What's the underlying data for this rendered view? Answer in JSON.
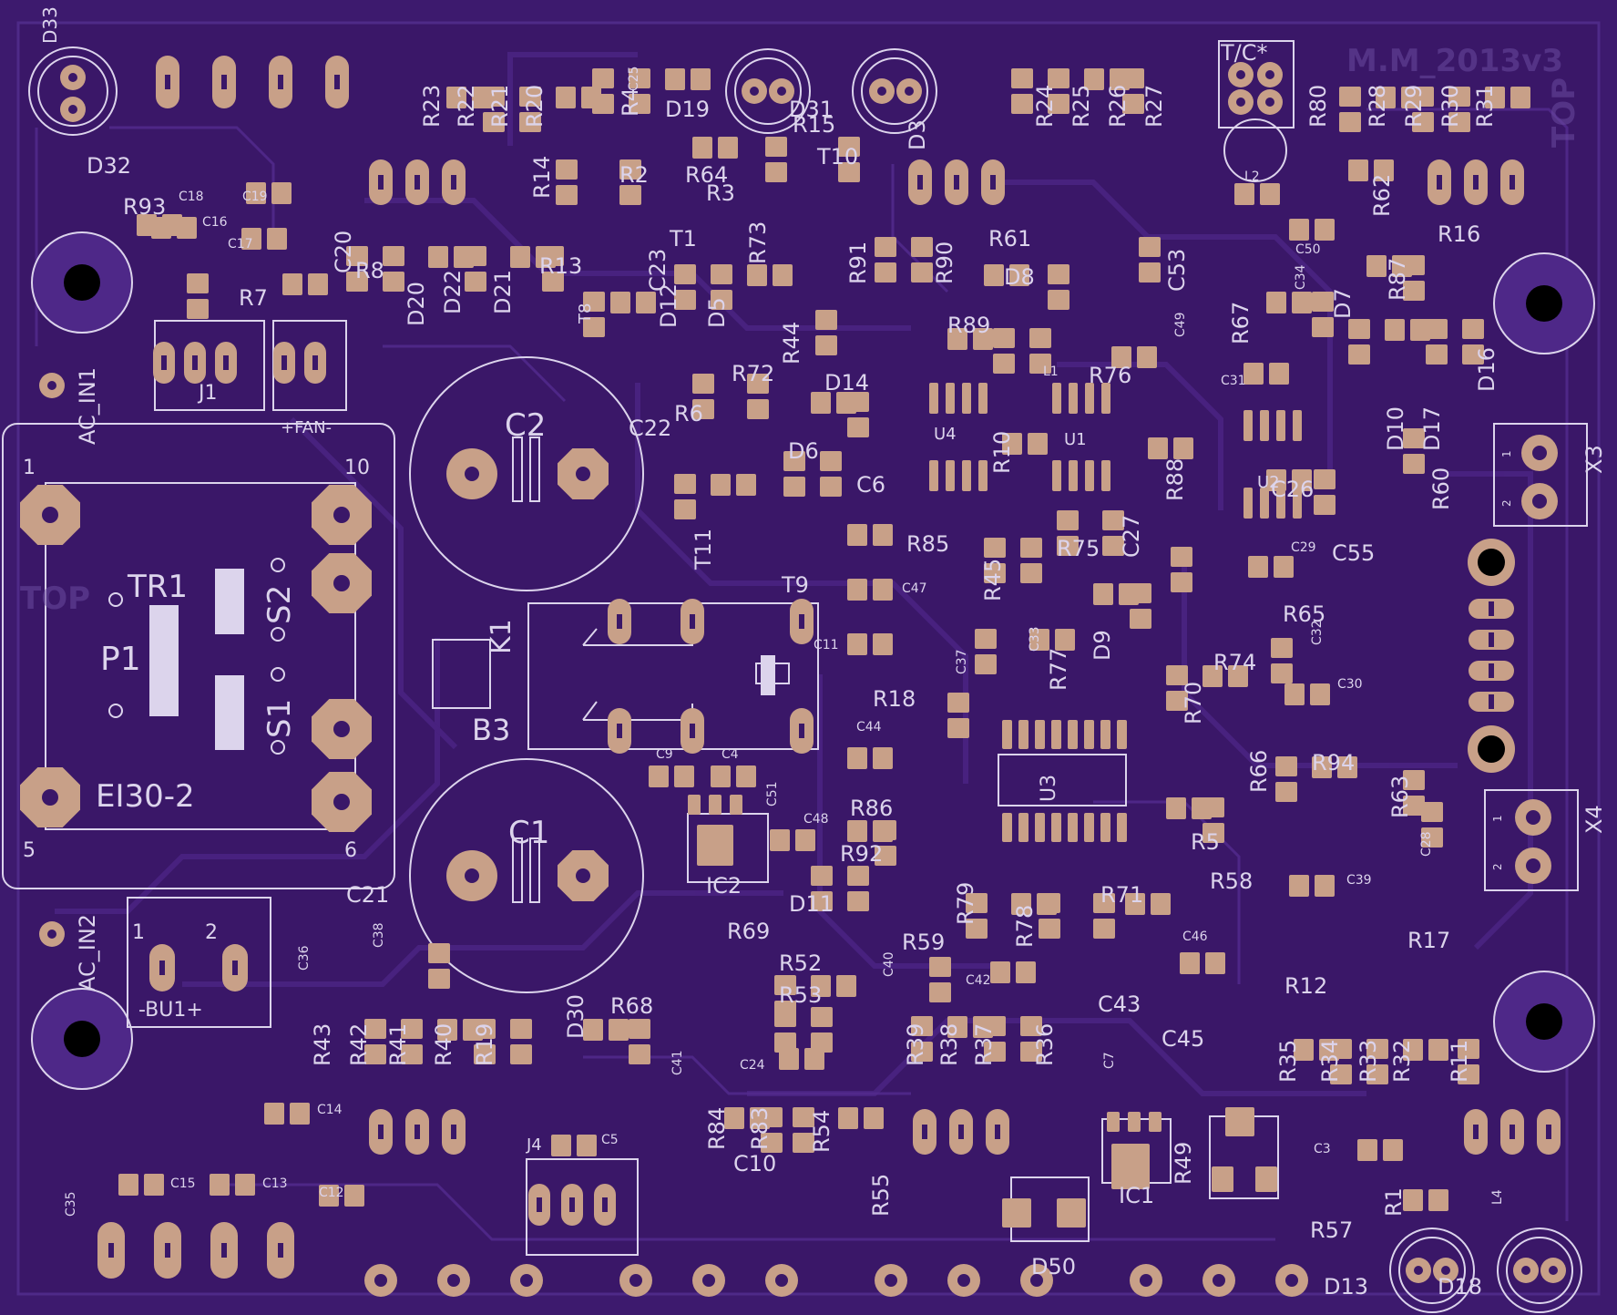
{
  "colors": {
    "background": "#3d1a6e",
    "board": "#3a1768",
    "copper": "#46207c",
    "copper_edge": "#542c8e",
    "pad": "#c8a088",
    "silk": "#dcd4ec",
    "hole": "#000000"
  },
  "board": {
    "title": "M.M_2013v3",
    "layer_label": "TOP",
    "layer_label_left": "TOP"
  },
  "labels": [
    {
      "id": "D33",
      "t": "D33"
    },
    {
      "id": "C25",
      "t": "C25"
    },
    {
      "id": "R23",
      "t": "R23"
    },
    {
      "id": "R22",
      "t": "R22"
    },
    {
      "id": "R21",
      "t": "R21"
    },
    {
      "id": "R20",
      "t": "R20"
    },
    {
      "id": "R4",
      "t": "R4"
    },
    {
      "id": "D19",
      "t": "D19"
    },
    {
      "id": "D31",
      "t": "D31"
    },
    {
      "id": "R15",
      "t": "R15"
    },
    {
      "id": "D3",
      "t": "D3"
    },
    {
      "id": "R24",
      "t": "R24"
    },
    {
      "id": "R25",
      "t": "R25"
    },
    {
      "id": "R26",
      "t": "R26"
    },
    {
      "id": "R27",
      "t": "R27"
    },
    {
      "id": "TC",
      "t": "T/C*"
    },
    {
      "id": "R80",
      "t": "R80"
    },
    {
      "id": "R28",
      "t": "R28"
    },
    {
      "id": "R29",
      "t": "R29"
    },
    {
      "id": "R30",
      "t": "R30"
    },
    {
      "id": "R31",
      "t": "R31"
    },
    {
      "id": "D32",
      "t": "D32"
    },
    {
      "id": "R93",
      "t": "R93"
    },
    {
      "id": "C18",
      "t": "C18"
    },
    {
      "id": "C19",
      "t": "C19"
    },
    {
      "id": "C16",
      "t": "C16"
    },
    {
      "id": "C17",
      "t": "C17"
    },
    {
      "id": "R14",
      "t": "R14"
    },
    {
      "id": "R2",
      "t": "R2"
    },
    {
      "id": "R64",
      "t": "R64"
    },
    {
      "id": "R3",
      "t": "R3"
    },
    {
      "id": "T10",
      "t": "T10"
    },
    {
      "id": "L2",
      "t": "L2"
    },
    {
      "id": "R62",
      "t": "R62"
    },
    {
      "id": "C20",
      "t": "C20"
    },
    {
      "id": "R8",
      "t": "R8"
    },
    {
      "id": "R13",
      "t": "R13"
    },
    {
      "id": "T1",
      "t": "T1"
    },
    {
      "id": "C23",
      "t": "C23"
    },
    {
      "id": "R73",
      "t": "R73"
    },
    {
      "id": "R91",
      "t": "R91"
    },
    {
      "id": "R90",
      "t": "R90"
    },
    {
      "id": "R61",
      "t": "R61"
    },
    {
      "id": "C53",
      "t": "C53"
    },
    {
      "id": "C50",
      "t": "C50"
    },
    {
      "id": "R16",
      "t": "R16"
    },
    {
      "id": "R7",
      "t": "R7"
    },
    {
      "id": "D20",
      "t": "D20"
    },
    {
      "id": "D22",
      "t": "D22"
    },
    {
      "id": "D21",
      "t": "D21"
    },
    {
      "id": "T8",
      "t": "T8"
    },
    {
      "id": "D12",
      "t": "D12"
    },
    {
      "id": "D5",
      "t": "D5"
    },
    {
      "id": "R44",
      "t": "R44"
    },
    {
      "id": "D8",
      "t": "D8"
    },
    {
      "id": "C34",
      "t": "C34"
    },
    {
      "id": "R87",
      "t": "R87"
    },
    {
      "id": "R89",
      "t": "R89"
    },
    {
      "id": "L1",
      "t": "L1"
    },
    {
      "id": "R76",
      "t": "R76"
    },
    {
      "id": "C49",
      "t": "C49"
    },
    {
      "id": "R67",
      "t": "R67"
    },
    {
      "id": "D7",
      "t": "D7"
    },
    {
      "id": "J1",
      "t": "J1"
    },
    {
      "id": "FAN",
      "t": "+FAN-"
    },
    {
      "id": "AC_IN1",
      "t": "AC_IN1"
    },
    {
      "id": "C2",
      "t": "C2"
    },
    {
      "id": "C22",
      "t": "C22"
    },
    {
      "id": "R72",
      "t": "R72"
    },
    {
      "id": "R6",
      "t": "R6"
    },
    {
      "id": "D14",
      "t": "D14"
    },
    {
      "id": "U4",
      "t": "U4"
    },
    {
      "id": "R10",
      "t": "R10"
    },
    {
      "id": "U1",
      "t": "U1"
    },
    {
      "id": "C31",
      "t": "C31"
    },
    {
      "id": "D10",
      "t": "D10"
    },
    {
      "id": "D17",
      "t": "D17"
    },
    {
      "id": "D16",
      "t": "D16"
    },
    {
      "id": "X3",
      "t": "X3"
    },
    {
      "id": "D6",
      "t": "D6"
    },
    {
      "id": "C6",
      "t": "C6"
    },
    {
      "id": "R88",
      "t": "R88"
    },
    {
      "id": "U2",
      "t": "U2"
    },
    {
      "id": "C26",
      "t": "C26"
    },
    {
      "id": "R60",
      "t": "R60"
    },
    {
      "id": "TR1",
      "t": "TR1"
    },
    {
      "id": "P1",
      "t": "P1"
    },
    {
      "id": "S2",
      "t": "S2"
    },
    {
      "id": "S1",
      "t": "S1"
    },
    {
      "id": "EI30",
      "t": "EI30-2"
    },
    {
      "id": "T11",
      "t": "T11"
    },
    {
      "id": "R85",
      "t": "R85"
    },
    {
      "id": "R75",
      "t": "R75"
    },
    {
      "id": "C27",
      "t": "C27"
    },
    {
      "id": "C29",
      "t": "C29"
    },
    {
      "id": "C55",
      "t": "C55"
    },
    {
      "id": "T9",
      "t": "T9"
    },
    {
      "id": "C47",
      "t": "C47"
    },
    {
      "id": "R45",
      "t": "R45"
    },
    {
      "id": "K1",
      "t": "K1"
    },
    {
      "id": "C11",
      "t": "C11"
    },
    {
      "id": "C37",
      "t": "C37"
    },
    {
      "id": "C33",
      "t": "C33"
    },
    {
      "id": "R77",
      "t": "R77"
    },
    {
      "id": "D9",
      "t": "D9"
    },
    {
      "id": "R65",
      "t": "R65"
    },
    {
      "id": "C32",
      "t": "C32"
    },
    {
      "id": "R74",
      "t": "R74"
    },
    {
      "id": "B3",
      "t": "B3"
    },
    {
      "id": "R18",
      "t": "R18"
    },
    {
      "id": "R70",
      "t": "R70"
    },
    {
      "id": "C30",
      "t": "C30"
    },
    {
      "id": "C44",
      "t": "C44"
    },
    {
      "id": "U3",
      "t": "U3"
    },
    {
      "id": "C9",
      "t": "C9"
    },
    {
      "id": "C4",
      "t": "C4"
    },
    {
      "id": "C51",
      "t": "C51"
    },
    {
      "id": "R86",
      "t": "R86"
    },
    {
      "id": "R66",
      "t": "R66"
    },
    {
      "id": "R94",
      "t": "R94"
    },
    {
      "id": "R63",
      "t": "R63"
    },
    {
      "id": "X4",
      "t": "X4"
    },
    {
      "id": "C1",
      "t": "C1"
    },
    {
      "id": "C48",
      "t": "C48"
    },
    {
      "id": "R92",
      "t": "R92"
    },
    {
      "id": "IC2",
      "t": "IC2"
    },
    {
      "id": "R5",
      "t": "R5"
    },
    {
      "id": "C28",
      "t": "C28"
    },
    {
      "id": "D11",
      "t": "D11"
    },
    {
      "id": "R58",
      "t": "R58"
    },
    {
      "id": "C39",
      "t": "C39"
    },
    {
      "id": "C21",
      "t": "C21"
    },
    {
      "id": "AC_IN2",
      "t": "AC_IN2"
    },
    {
      "id": "BU1",
      "t": "-BU1+"
    },
    {
      "id": "C38",
      "t": "C38"
    },
    {
      "id": "C36",
      "t": "C36"
    },
    {
      "id": "R79",
      "t": "R79"
    },
    {
      "id": "R78",
      "t": "R78"
    },
    {
      "id": "R71",
      "t": "R71"
    },
    {
      "id": "R69",
      "t": "R69"
    },
    {
      "id": "C46",
      "t": "C46"
    },
    {
      "id": "R17",
      "t": "R17"
    },
    {
      "id": "R52",
      "t": "R52"
    },
    {
      "id": "R59",
      "t": "R59"
    },
    {
      "id": "C40",
      "t": "C40"
    },
    {
      "id": "R12",
      "t": "R12"
    },
    {
      "id": "R53",
      "t": "R53"
    },
    {
      "id": "C42",
      "t": "C42"
    },
    {
      "id": "C43",
      "t": "C43"
    },
    {
      "id": "D30",
      "t": "D30"
    },
    {
      "id": "R68",
      "t": "R68"
    },
    {
      "id": "R39",
      "t": "R39"
    },
    {
      "id": "R38",
      "t": "R38"
    },
    {
      "id": "R37",
      "t": "R37"
    },
    {
      "id": "R36",
      "t": "R36"
    },
    {
      "id": "C45",
      "t": "C45"
    },
    {
      "id": "R43",
      "t": "R43"
    },
    {
      "id": "R42",
      "t": "R42"
    },
    {
      "id": "R41",
      "t": "R41"
    },
    {
      "id": "R40",
      "t": "R40"
    },
    {
      "id": "R19",
      "t": "R19"
    },
    {
      "id": "C41",
      "t": "C41"
    },
    {
      "id": "C24",
      "t": "C24"
    },
    {
      "id": "C7",
      "t": "C7"
    },
    {
      "id": "R35",
      "t": "R35"
    },
    {
      "id": "R34",
      "t": "R34"
    },
    {
      "id": "R33",
      "t": "R33"
    },
    {
      "id": "R32",
      "t": "R32"
    },
    {
      "id": "R11",
      "t": "R11"
    },
    {
      "id": "C14",
      "t": "C14"
    },
    {
      "id": "R84",
      "t": "R84"
    },
    {
      "id": "R83",
      "t": "R83"
    },
    {
      "id": "R54",
      "t": "R54"
    },
    {
      "id": "J4",
      "t": "J4"
    },
    {
      "id": "C5",
      "t": "C5"
    },
    {
      "id": "C3",
      "t": "C3"
    },
    {
      "id": "R49",
      "t": "R49"
    },
    {
      "id": "IC1",
      "t": "IC1"
    },
    {
      "id": "C10",
      "t": "C10"
    },
    {
      "id": "C35",
      "t": "C35"
    },
    {
      "id": "C15",
      "t": "C15"
    },
    {
      "id": "C13",
      "t": "C13"
    },
    {
      "id": "C12",
      "t": "C12"
    },
    {
      "id": "R55",
      "t": "R55"
    },
    {
      "id": "R1",
      "t": "R1"
    },
    {
      "id": "L4",
      "t": "L4"
    },
    {
      "id": "R57",
      "t": "R57"
    },
    {
      "id": "D50",
      "t": "D50"
    },
    {
      "id": "D13",
      "t": "D13"
    },
    {
      "id": "D18",
      "t": "D18"
    },
    {
      "id": "P1N",
      "t": "1"
    },
    {
      "id": "P2N",
      "t": "2"
    },
    {
      "id": "TR_1",
      "t": "1"
    },
    {
      "id": "TR_10",
      "t": "10"
    },
    {
      "id": "TR_5",
      "t": "5"
    },
    {
      "id": "TR_6",
      "t": "6"
    },
    {
      "id": "X3_1",
      "t": "1"
    },
    {
      "id": "X3_2",
      "t": "2"
    },
    {
      "id": "X4_1",
      "t": "1"
    },
    {
      "id": "X4_2",
      "t": "2"
    }
  ]
}
